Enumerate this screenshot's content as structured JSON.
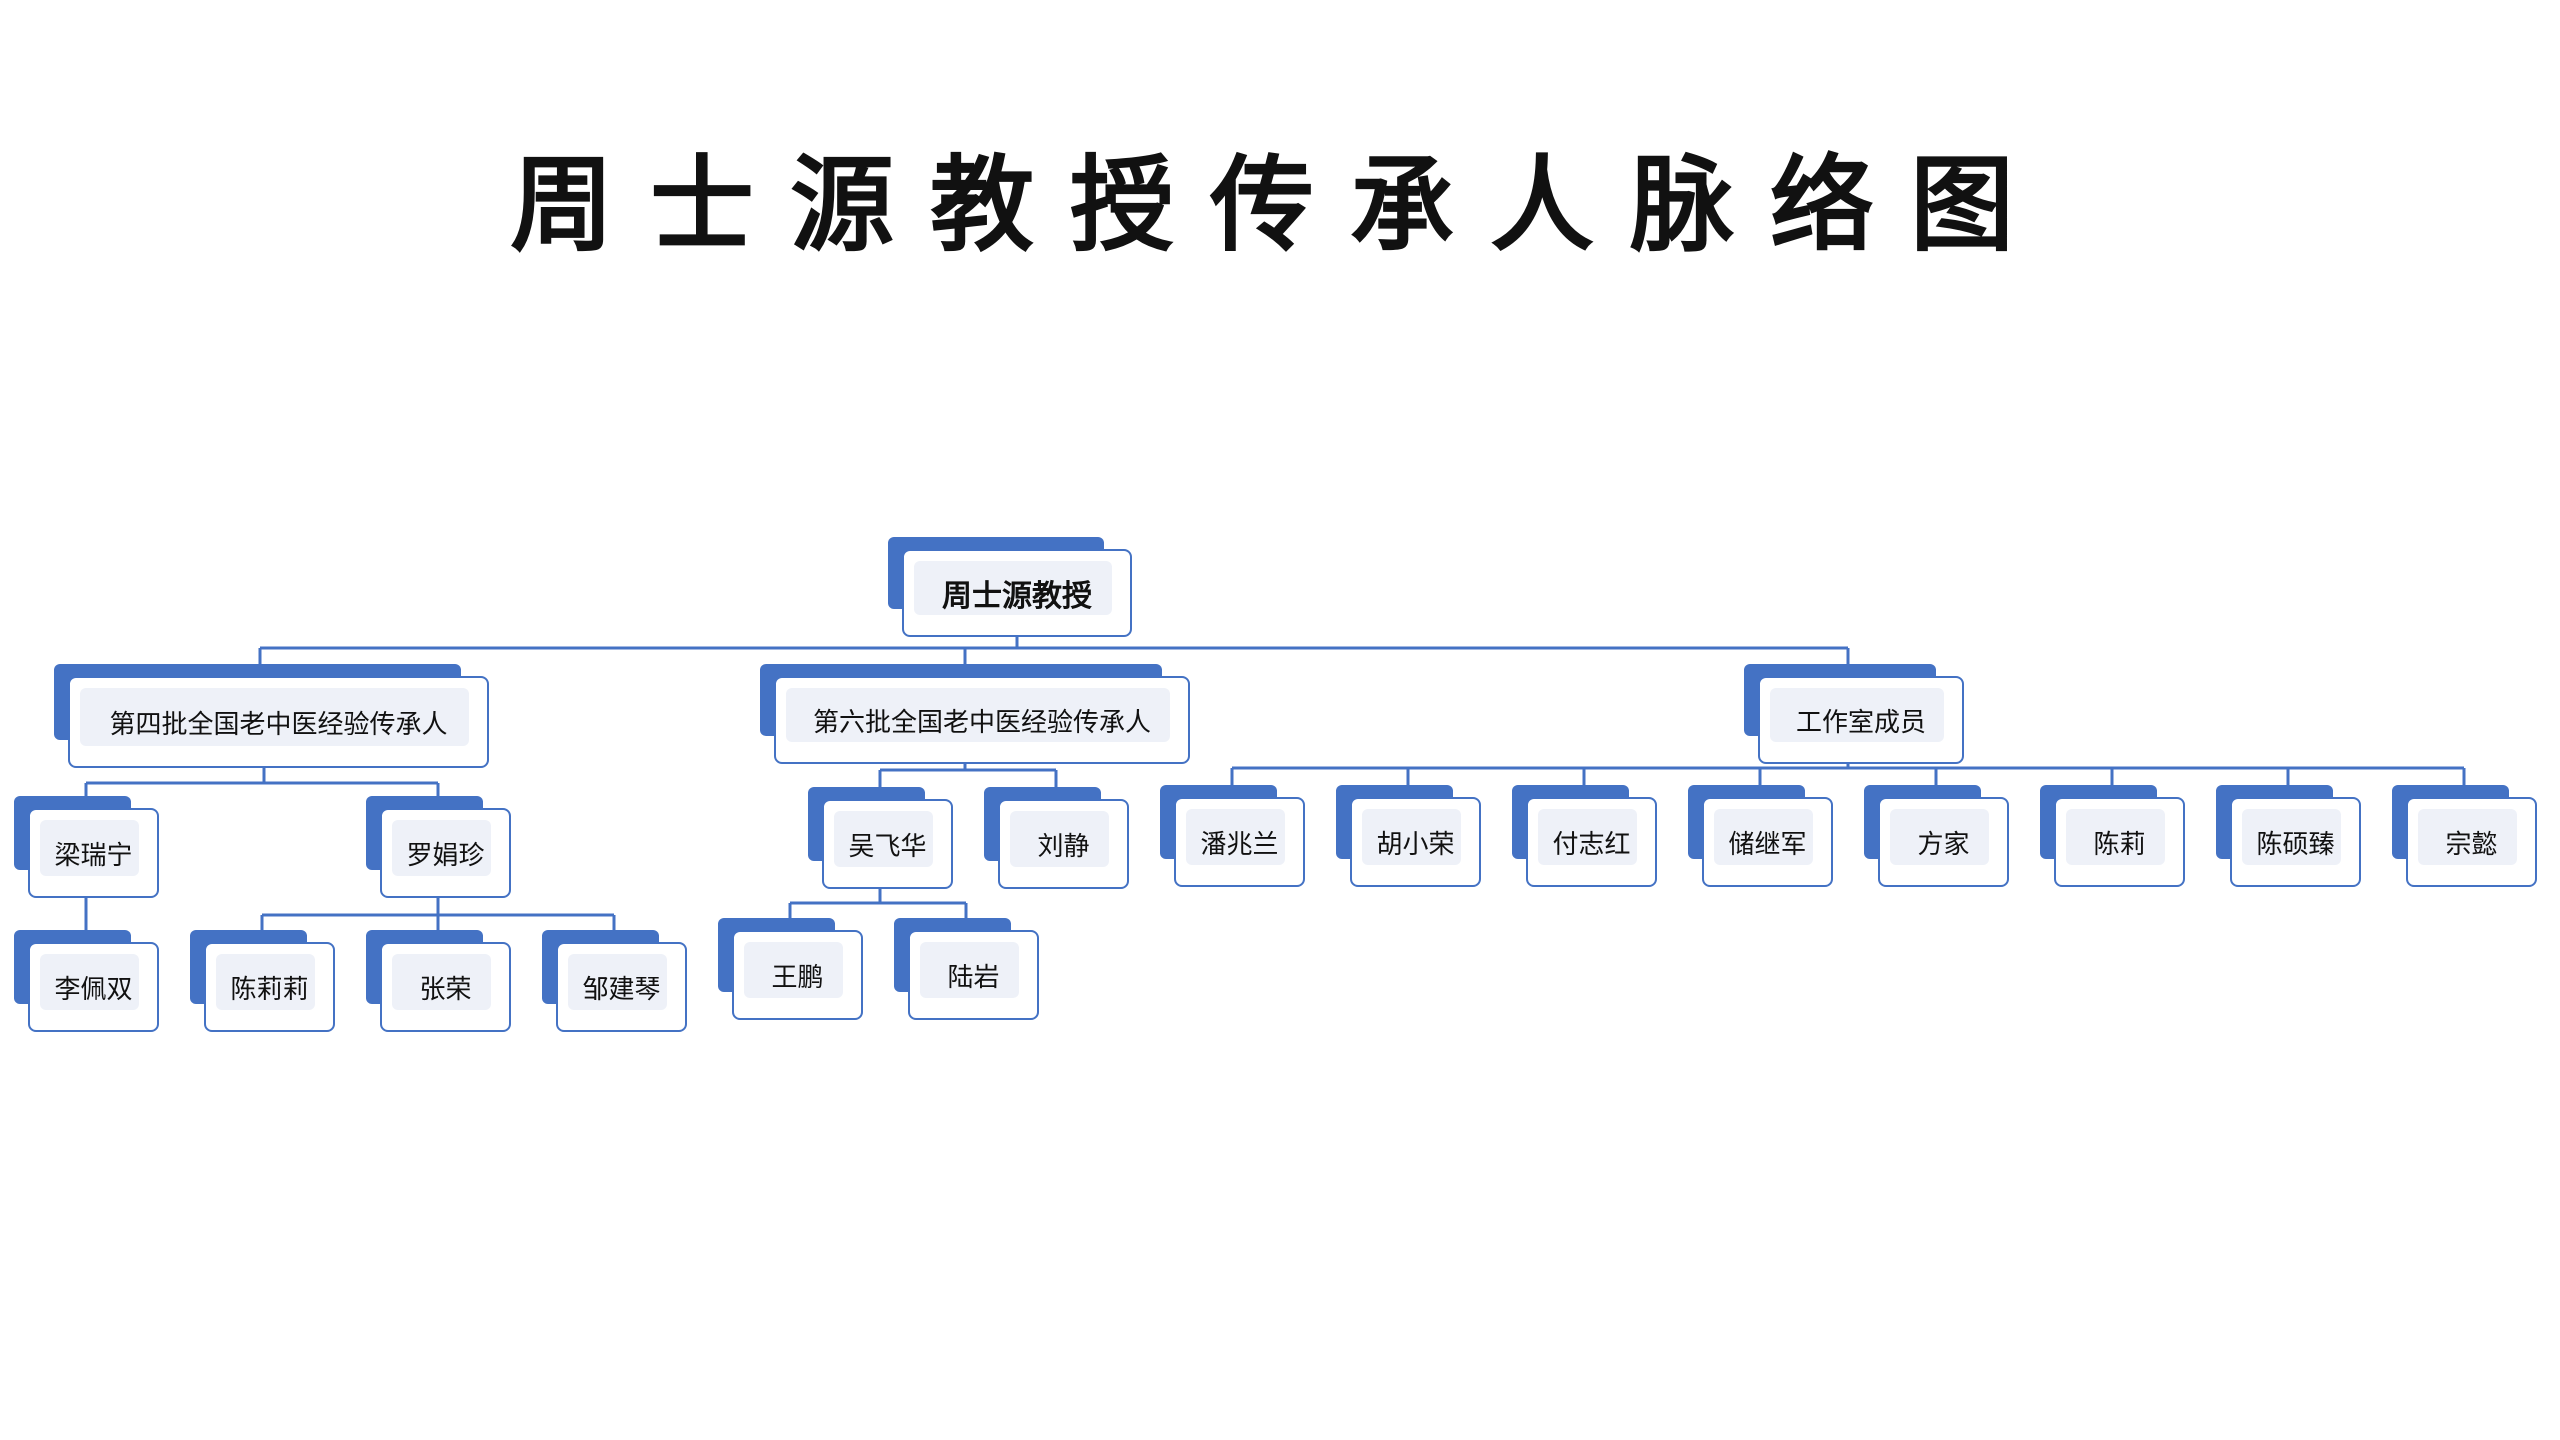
{
  "title": "周士源教授传承人脉络图",
  "colors": {
    "accent": "#4472c4",
    "connector": "#4472c4",
    "inner_fill": "#eef1f8"
  },
  "tree": {
    "root": {
      "label": "周士源教授"
    },
    "groups": [
      {
        "label": "第四批全国老中医经验传承人",
        "members": [
          {
            "label": "梁瑞宁",
            "children": [
              {
                "label": "李佩双"
              }
            ]
          },
          {
            "label": "罗娟珍",
            "children": [
              {
                "label": "陈莉莉"
              },
              {
                "label": "张荣"
              },
              {
                "label": "邹建琴"
              }
            ]
          }
        ]
      },
      {
        "label": "第六批全国老中医经验传承人",
        "members": [
          {
            "label": "吴飞华",
            "children": [
              {
                "label": "王鹏"
              },
              {
                "label": "陆岩"
              }
            ]
          },
          {
            "label": "刘静",
            "children": []
          }
        ]
      },
      {
        "label": "工作室成员",
        "members": [
          {
            "label": "潘兆兰"
          },
          {
            "label": "胡小荣"
          },
          {
            "label": "付志红"
          },
          {
            "label": "储继军"
          },
          {
            "label": "方家"
          },
          {
            "label": "陈莉"
          },
          {
            "label": "陈硕臻"
          },
          {
            "label": "宗懿"
          }
        ]
      }
    ]
  }
}
